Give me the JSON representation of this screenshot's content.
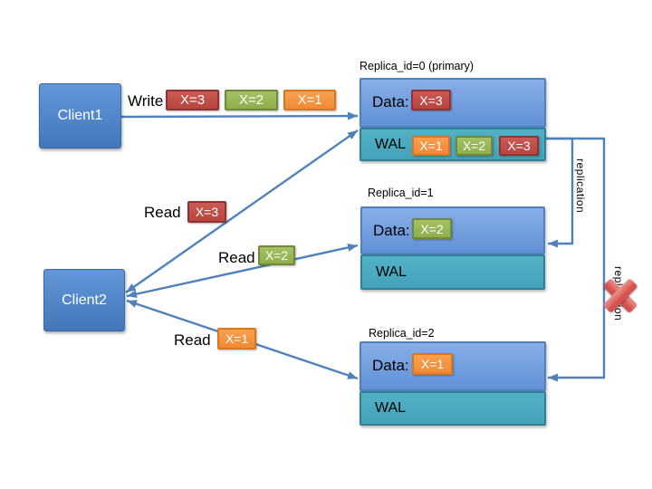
{
  "clients": [
    {
      "label": "Client1"
    },
    {
      "label": "Client2"
    }
  ],
  "write_flow": {
    "action_label": "Write",
    "chips": [
      {
        "label": "X=3",
        "color": "red"
      },
      {
        "label": "X=2",
        "color": "green"
      },
      {
        "label": "X=1",
        "color": "orange"
      }
    ]
  },
  "read_flows": [
    {
      "action_label": "Read",
      "chip": {
        "label": "X=3",
        "color": "red"
      }
    },
    {
      "action_label": "Read",
      "chip": {
        "label": "X=2",
        "color": "green"
      }
    },
    {
      "action_label": "Read",
      "chip": {
        "label": "X=1",
        "color": "orange"
      }
    }
  ],
  "replicas": [
    {
      "title": "Replica_id=0 (primary)",
      "data_label": "Data:",
      "data_chip": {
        "label": "X=3",
        "color": "red"
      },
      "wal_label": "WAL",
      "wal_chips": [
        {
          "label": "X=1",
          "color": "orange"
        },
        {
          "label": "X=2",
          "color": "green"
        },
        {
          "label": "X=3",
          "color": "red"
        }
      ]
    },
    {
      "title": "Replica_id=1",
      "data_label": "Data:",
      "data_chip": {
        "label": "X=2",
        "color": "green"
      },
      "wal_label": "WAL",
      "wal_chips": []
    },
    {
      "title": "Replica_id=2",
      "data_label": "Data:",
      "data_chip": {
        "label": "X=1",
        "color": "orange"
      },
      "wal_label": "WAL",
      "wal_chips": []
    }
  ],
  "replication": {
    "labels": [
      "replication",
      "replication"
    ],
    "broken_icon": "x-cross"
  },
  "colors": {
    "red": "#c0504d",
    "green": "#9bbb59",
    "orange": "#f79646",
    "arrow_blue": "#4f81bd",
    "teal": "#4aabc2",
    "data_blue_top": "#87afe9",
    "data_blue_bottom": "#6190d6",
    "client_blue": "#4f81bd",
    "broken_red": "#d9605c"
  }
}
